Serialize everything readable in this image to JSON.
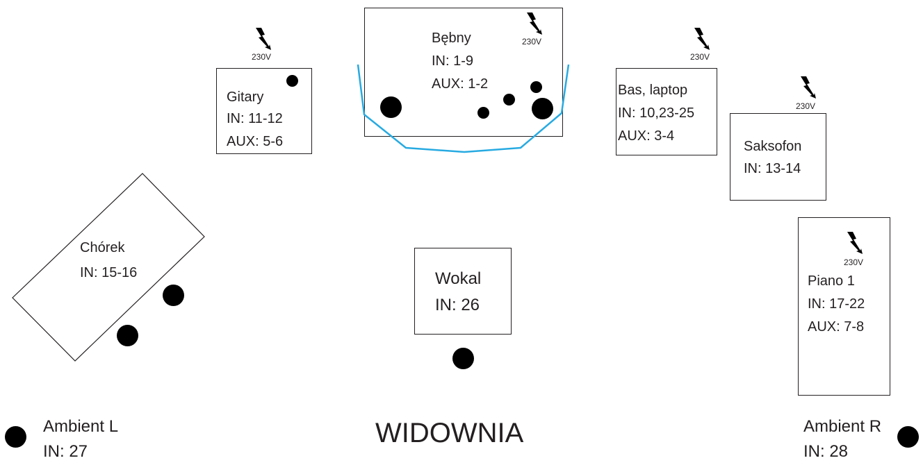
{
  "colors": {
    "ink": "#231f20",
    "riser": "#27aae1",
    "speaker": "#000000"
  },
  "icons": {
    "power": "lightning-bolt-icon",
    "speaker": "speaker-dot"
  },
  "power_label": "230V",
  "stations": {
    "gitary": {
      "title": "Gitary",
      "in": "IN: 11-12",
      "aux": "AUX: 5-6"
    },
    "bebny": {
      "title": "Bębny",
      "in": "IN: 1-9",
      "aux": "AUX: 1-2"
    },
    "bas": {
      "title": "Bas, laptop",
      "in": "IN: 10,23-25",
      "aux": "AUX: 3-4"
    },
    "saksofon": {
      "title": "Saksofon",
      "in": "IN: 13-14"
    },
    "piano": {
      "title": "Piano 1",
      "in": "IN: 17-22",
      "aux": "AUX: 7-8"
    },
    "chorek": {
      "title": "Chórek",
      "in": "IN: 15-16"
    },
    "wokal": {
      "title": "Wokal",
      "in": "IN: 26"
    },
    "ambient_l": {
      "title": "Ambient L",
      "in": "IN: 27"
    },
    "ambient_r": {
      "title": "Ambient R",
      "in": "IN: 28"
    }
  },
  "audience_label": "WIDOWNIA"
}
